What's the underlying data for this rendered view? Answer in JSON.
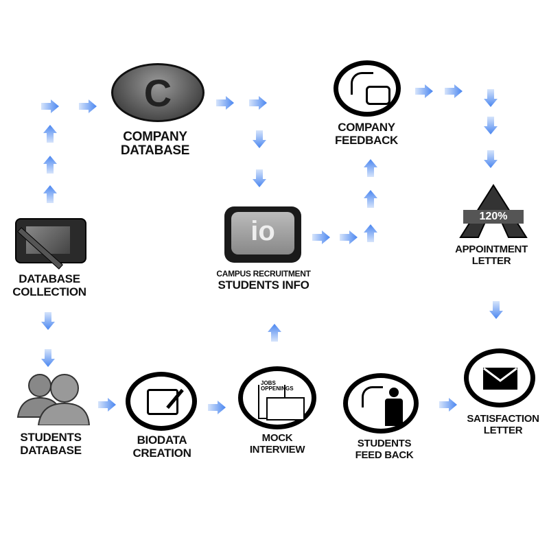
{
  "nodes": {
    "company_database": {
      "line1": "COMPANY",
      "line2": "DATABASE",
      "glyph": "C"
    },
    "company_feedback": {
      "line1": "COMPANY",
      "line2": "FEEDBACK"
    },
    "database_collection": {
      "line1": "DATABASE",
      "line2": "COLLECTION"
    },
    "campus_recruitment": {
      "line1": "CAMPUS RECRUITMENT",
      "line2": "STUDENTS INFO",
      "glyph": "io"
    },
    "appointment_letter": {
      "line1": "APPOINTMENT",
      "line2": "LETTER",
      "badge": "120%"
    },
    "students_database": {
      "line1": "STUDENTS",
      "line2": "DATABASE"
    },
    "biodata_creation": {
      "line1": "BIODATA",
      "line2": "CREATION"
    },
    "mock_interview": {
      "line1": "MOCK",
      "line2": "INTERVIEW",
      "sign1": "JOBS",
      "sign2": "OPPENINGS"
    },
    "students_feedback": {
      "line1": "STUDENTS",
      "line2": "FEED BACK"
    },
    "satisfaction_letter": {
      "line1": "SATISFACTION",
      "line2": "LETTER"
    }
  },
  "colors": {
    "arrow": "#4a86f0",
    "arrow_light": "#d6e4fb",
    "icon_dark": "#111111",
    "icon_gray": "#8a8a8a"
  }
}
